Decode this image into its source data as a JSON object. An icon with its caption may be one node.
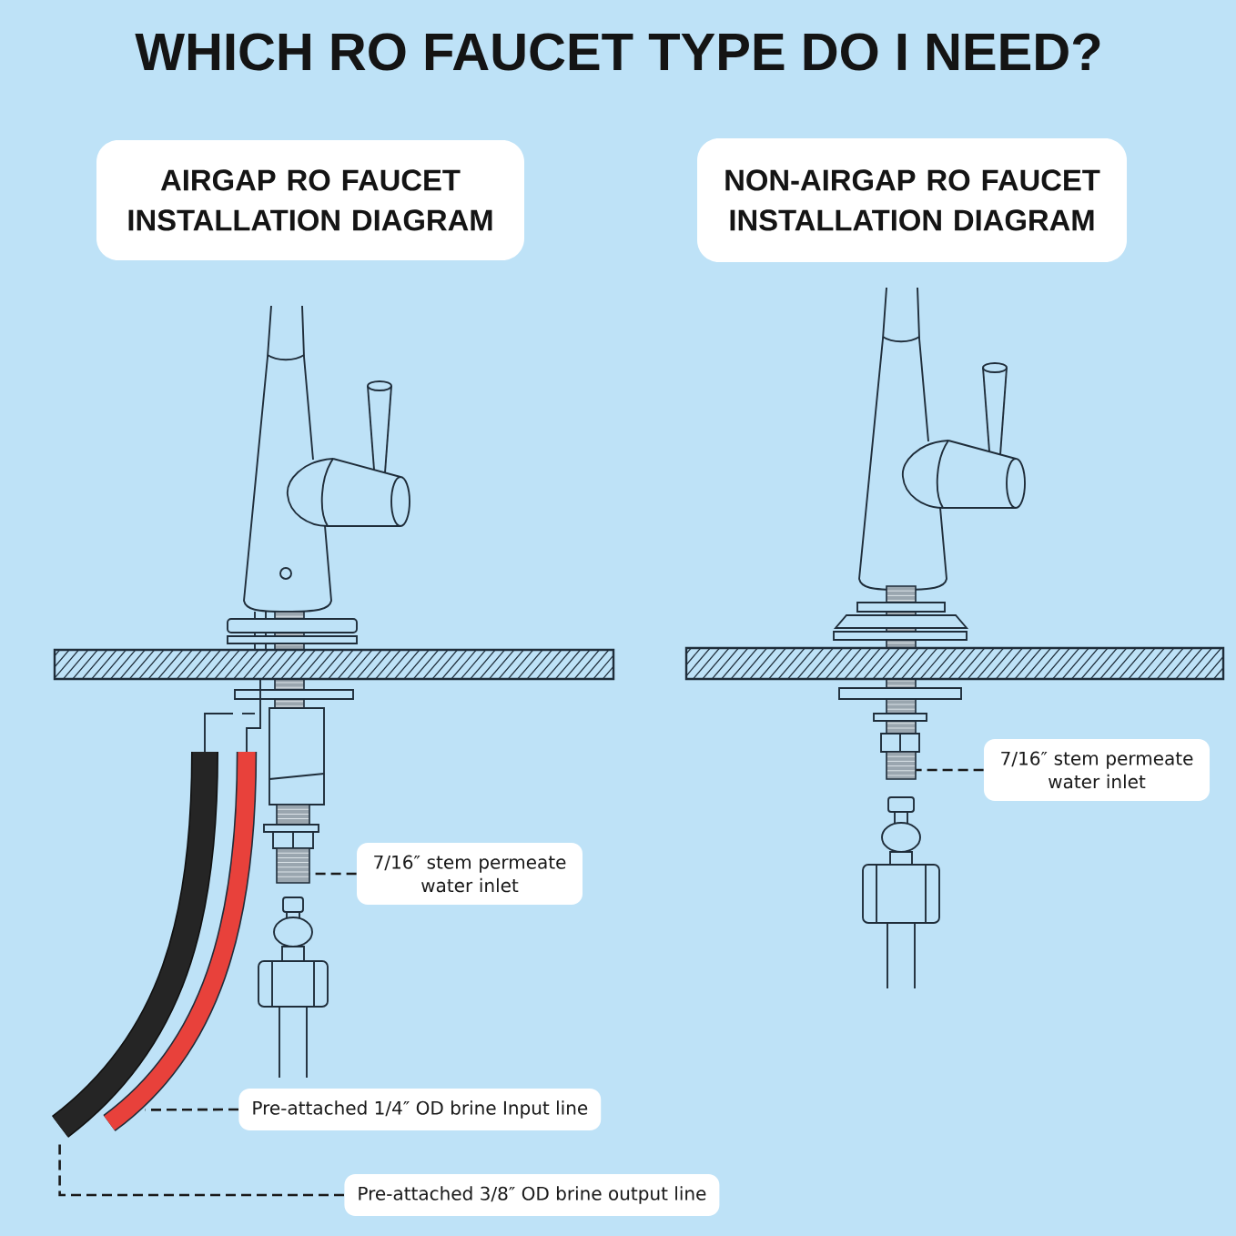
{
  "diagram": {
    "title": "WHICH RO FAUCET TYPE DO I NEED?",
    "nodes": [
      {
        "text": [
          "AIRGAP RO FAUCET INSTALLATION DIAGRAM"
        ]
      },
      {
        "text": [
          "NON-AIRGAP RO FAUCET INSTALLATION DIAGRAM"
        ]
      },
      {
        "text": [],
        "shape": "picture"
      },
      {
        "text": [
          "7/16″ stem permeate water inlet"
        ]
      },
      {
        "text": [],
        "shape": "picture"
      },
      {
        "text": [
          "Pre-attached 1/4″ OD brine Input line"
        ]
      },
      {
        "text": [],
        "shape": "picture"
      },
      {
        "text": [
          "Pre-attached 3/8″ OD brine output line"
        ]
      },
      {
        "text": [],
        "shape": "picture"
      },
      {
        "text": [
          "7/16″ stem permeate water inlet"
        ]
      }
    ],
    "edges": [
      {
        "from": 3,
        "to": 2,
        "arrow": "none",
        "style": "dashed"
      },
      {
        "from": 5,
        "to": 4,
        "arrow": "none",
        "style": "dashed"
      },
      {
        "from": 7,
        "to": 6,
        "arrow": "none",
        "style": "dashed"
      },
      {
        "from": 9,
        "to": 8,
        "arrow": "none",
        "style": "dashed"
      }
    ]
  }
}
